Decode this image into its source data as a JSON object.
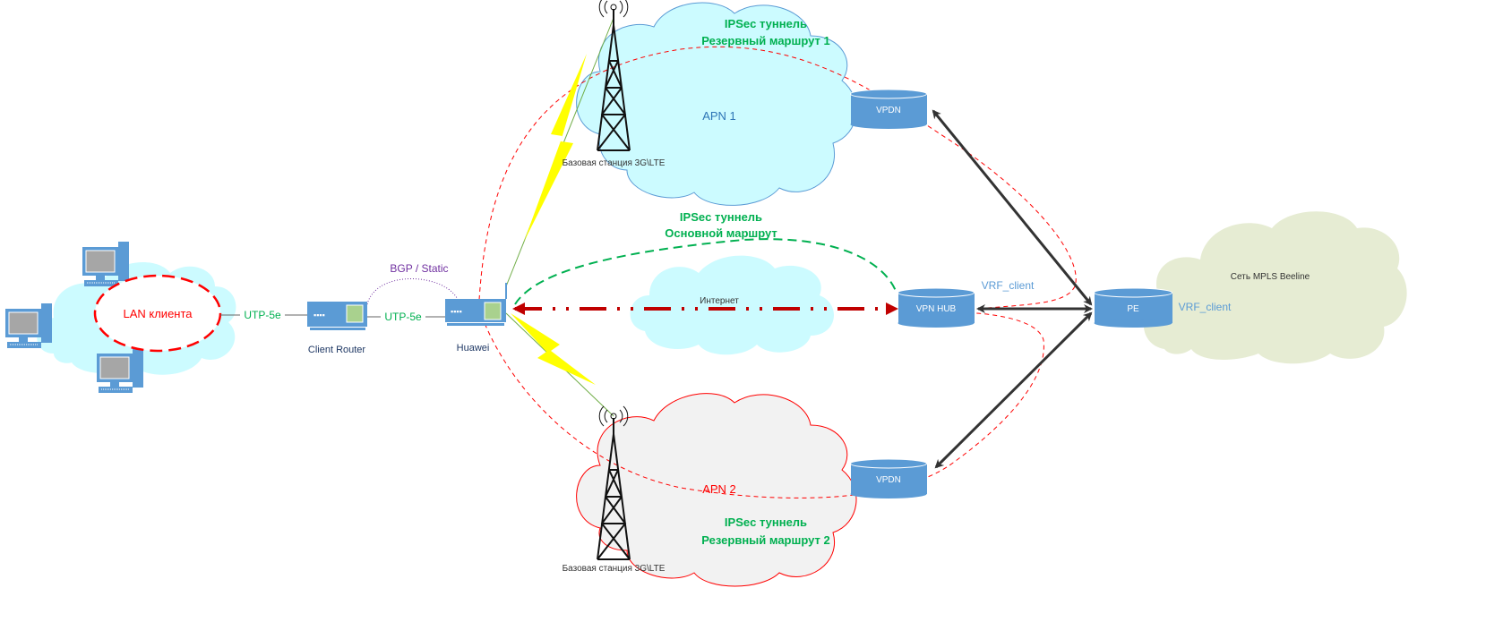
{
  "labels": {
    "lan": "LAN клиента",
    "utp1": "UTP-5e",
    "utp2": "UTP-5e",
    "client_router": "Client Router",
    "huawei": "Huawei",
    "bgp": "BGP / Static",
    "tunnel_backup1_title": "IPSec туннель",
    "tunnel_backup1_route": "Резервный маршрут 1",
    "apn1": "APN 1",
    "base_station_top": "Базовая станция 3G\\LTE",
    "tunnel_main_title": "IPSec туннель",
    "tunnel_main_route": "Основной маршрут",
    "internet": "Интернет",
    "vpdn_top": "VPDN",
    "vpn_hub": "VPN HUB",
    "vrf_hub": "VRF_client",
    "pe": "PE",
    "vrf_pe": "VRF_client",
    "mpls": "Сеть MPLS Beeline",
    "vpdn_bottom": "VPDN",
    "apn2": "APN 2",
    "tunnel_backup2_title": "IPSec туннель",
    "tunnel_backup2_route": "Резервный маршрут 2",
    "base_station_bottom": "Базовая станция 3G\\LTE"
  },
  "colors": {
    "device_blue": "#5b9bd5",
    "tunnel_green": "#00b050",
    "backup_red": "#ff0000",
    "internet_path": "#c00000",
    "cloud_cyan": "#ccfbff",
    "cloud_gray": "#f2f2f2",
    "cloud_mpls": "#e6ecd3",
    "bgp_purple": "#7030a0",
    "vrf_blue": "#5b9bd5"
  }
}
